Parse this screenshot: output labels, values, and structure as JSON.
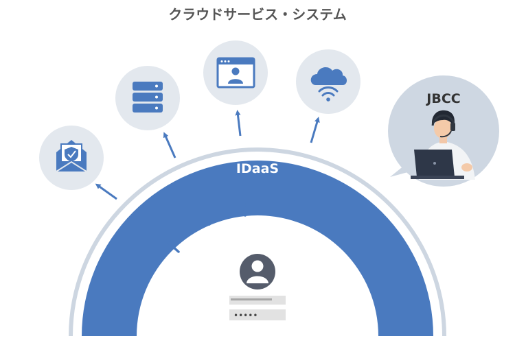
{
  "header": {
    "title": "クラウドサービス・システム"
  },
  "platform": {
    "label": "IDaaS"
  },
  "support": {
    "label": "JBCC"
  },
  "login": {
    "password_mask": "•••••"
  },
  "services": [
    {
      "icon": "secure-mail-icon"
    },
    {
      "icon": "database-icon"
    },
    {
      "icon": "web-user-icon"
    },
    {
      "icon": "cloud-wifi-icon"
    }
  ],
  "colors": {
    "primary_blue": "#4a7abf",
    "icon_circle": "#e3e8ee",
    "outer_ring": "#cdd6e1",
    "title_gray": "#555555",
    "support_bubble": "#ced7e2"
  }
}
